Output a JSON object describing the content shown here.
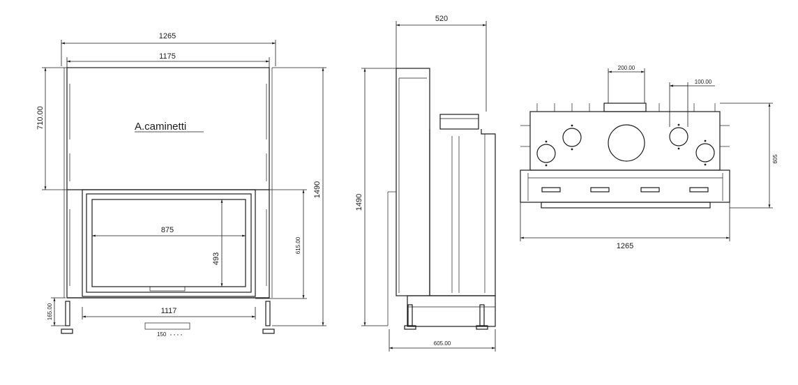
{
  "front_view": {
    "logo": "A.caminetti",
    "dim_overall_width": "1265",
    "dim_inner_width": "1175",
    "dim_upper_height": "710.00",
    "dim_total_height": "1490",
    "dim_glass_width": "875",
    "dim_glass_height": "493",
    "dim_door_height": "615.00",
    "dim_base_width": "1117",
    "dim_foot_height": "165.00",
    "dim_air_inlet": "150"
  },
  "side_view": {
    "dim_depth": "520",
    "dim_total_height": "1490",
    "dim_base_depth": "605.00"
  },
  "top_view": {
    "dim_flue": "200.00",
    "dim_duct": "100.00",
    "dim_depth": "605",
    "dim_width": "1265"
  }
}
